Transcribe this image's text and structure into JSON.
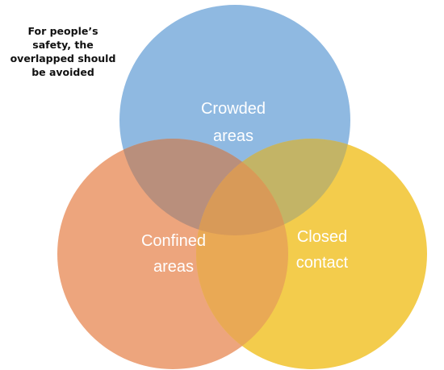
{
  "note": {
    "text": "For people’s\nsafety, the\noverlapped should\nbe avoided"
  },
  "circles": {
    "crowded": {
      "line1": "Crowded",
      "line2": "areas",
      "color": "#8fb9e1"
    },
    "confined": {
      "line1": "Confined",
      "line2": "areas",
      "color": "#eda57d"
    },
    "closed": {
      "line1": "Closed",
      "line2": "contact",
      "color": "#f3cc4c"
    }
  }
}
